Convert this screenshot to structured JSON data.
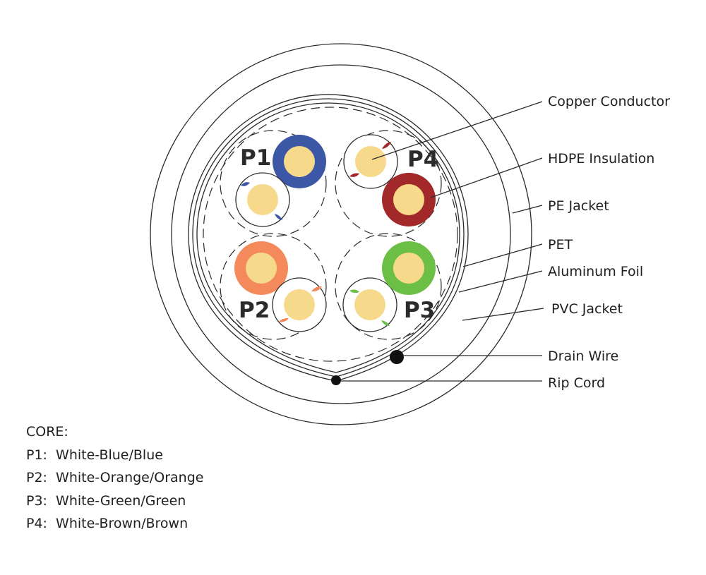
{
  "callouts": [
    "Copper Conductor",
    "HDPE Insulation",
    "PE Jacket",
    "PET",
    "Aluminum Foil",
    "PVC Jacket",
    "Drain Wire",
    "Rip Cord"
  ],
  "pairs": [
    {
      "label": "P1",
      "color": "#3b57a6"
    },
    {
      "label": "P2",
      "color": "#f48a5c"
    },
    {
      "label": "P3",
      "color": "#6cbf45"
    },
    {
      "label": "P4",
      "color": "#a3282a"
    }
  ],
  "conductor_color": "#f6d98a",
  "legend": {
    "title": "CORE:",
    "rows": [
      "P1:  White-Blue/Blue",
      "P2:  White-Orange/Orange",
      "P3:  White-Green/Green",
      "P4:  White-Brown/Brown"
    ]
  }
}
